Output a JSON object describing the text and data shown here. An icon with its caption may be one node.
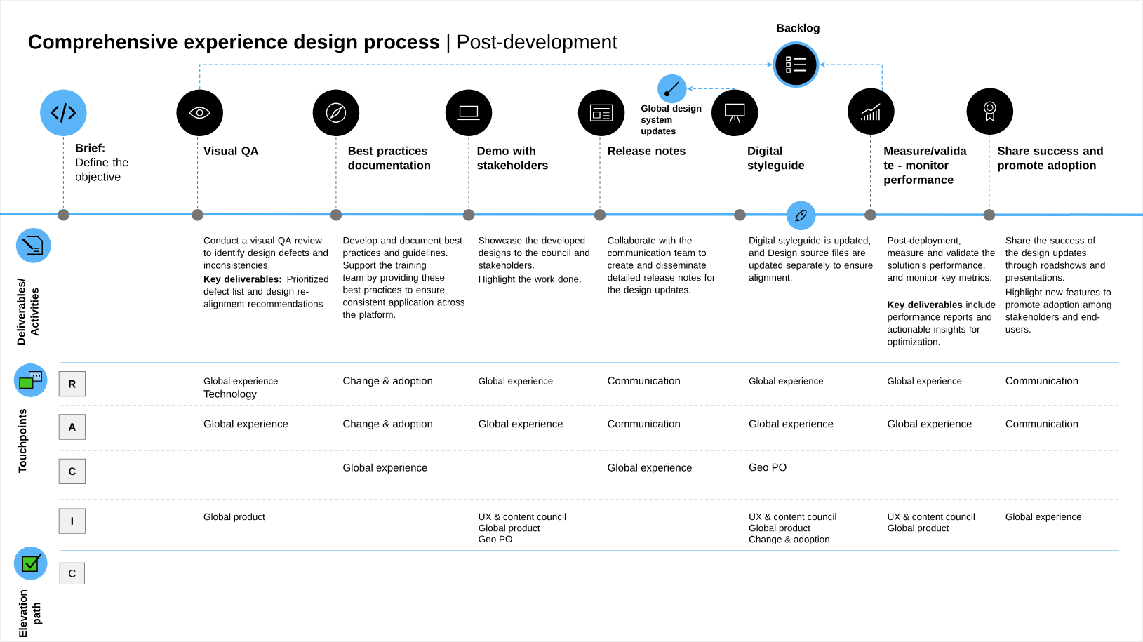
{
  "diagram": {
    "title": "**Comprehensive experience design process** | Post-development",
    "nodes": [
      {
        "text": [],
        "shape": "circle",
        "beside": [
          "**Brief:** Define the objective"
        ]
      },
      {
        "text": [],
        "shape": "circle",
        "beside": [
          "Visual QA"
        ]
      },
      {
        "text": [],
        "shape": "circle",
        "beside": [
          "Best practices documentation"
        ]
      },
      {
        "text": [],
        "shape": "circle",
        "beside": [
          "Demo with stakeholders"
        ]
      },
      {
        "text": [],
        "shape": "circle",
        "beside": [
          "Release notes"
        ]
      },
      {
        "text": [],
        "shape": "circle",
        "beside": [
          "Global design system updates"
        ]
      },
      {
        "text": [],
        "shape": "circle",
        "beside": [
          "Backlog"
        ]
      },
      {
        "text": [],
        "shape": "circle",
        "beside": [
          "Digital styleguide"
        ]
      },
      {
        "text": [],
        "shape": "circle",
        "beside": [
          "Measure/valida te - monitor performance"
        ]
      },
      {
        "text": [],
        "shape": "circle",
        "beside": [
          "Share success and promote adoption"
        ]
      },
      {
        "text": [],
        "shape": "circle"
      },
      {
        "text": [],
        "shape": "circle",
        "beside": [
          "Deliverables/ Activities"
        ]
      },
      {
        "text": [],
        "shape": "circle",
        "beside": [
          "Touchpoints"
        ]
      },
      {
        "text": [],
        "shape": "circle",
        "beside": [
          "Elevation path"
        ]
      },
      {
        "text": [
          "R"
        ]
      },
      {
        "text": [
          "A"
        ]
      },
      {
        "text": [
          "C"
        ]
      },
      {
        "text": [
          "I"
        ]
      },
      {
        "text": [
          "C"
        ]
      }
    ],
    "edges": [
      {
        "from": 1,
        "to": 6,
        "arrow": "to",
        "style": "dashed"
      },
      {
        "from": 8,
        "to": 6,
        "arrow": "to",
        "style": "dashed"
      },
      {
        "from": 7,
        "to": 5,
        "arrow": "to",
        "style": "dashed"
      }
    ],
    "labels": [
      "Conduct a visual QA review to identify design defects and inconsistencies.",
      "**Key deliverables:** Prioritized defect list and design re-alignment recommendations",
      "Develop and document best practices and guidelines. Support the training team by providing these best practices to ensure consistent application across the platform.",
      "Showcase the developed designs to the council and stakeholders.",
      "Highlight the work done.",
      "Collaborate with the communication team to create and disseminate detailed release notes for the design updates.",
      "Digital styleguide is updated, and Design source files are updated separately to ensure alignment.",
      "Post-deployment, measure and validate the solution's performance, and monitor key metrics.",
      "**Key deliverables** include performance reports and actionable insights for optimization.",
      "Share the success of the design updates through roadshows and presentations.",
      "Highlight new features to promote adoption among stakeholders and end-users.",
      "Global experience",
      "Technology",
      "Change & adoption",
      "Global experience",
      "Communication",
      "Global experience",
      "Global experience",
      "Communication",
      "Global experience",
      "Change & adoption",
      "Global experience",
      "Communication",
      "Global experience",
      "Global experience",
      "Communication",
      "Global experience",
      "Global experience",
      "Geo PO",
      "Global product",
      "UX & content council",
      "Global product",
      "Geo PO",
      "UX & content council",
      "Global product",
      "Change & adoption",
      "UX & content council",
      "Global product",
      "Global experience"
    ]
  }
}
